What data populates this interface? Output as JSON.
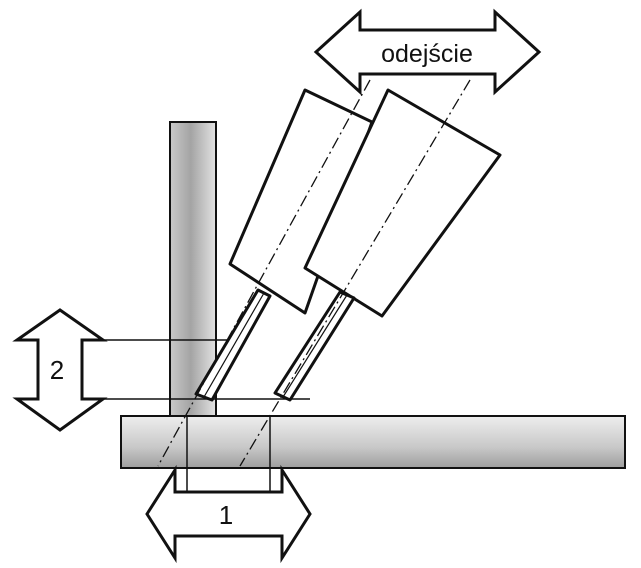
{
  "diagram": {
    "labels": {
      "top_arrow": "odejście",
      "left_arrow": "2",
      "bottom_arrow": "1"
    },
    "colors": {
      "stroke": "#111111",
      "plate_fill_light": "#e6e6e6",
      "plate_fill_dark": "#a9a9a9",
      "torch_fill": "#ffffff"
    }
  }
}
